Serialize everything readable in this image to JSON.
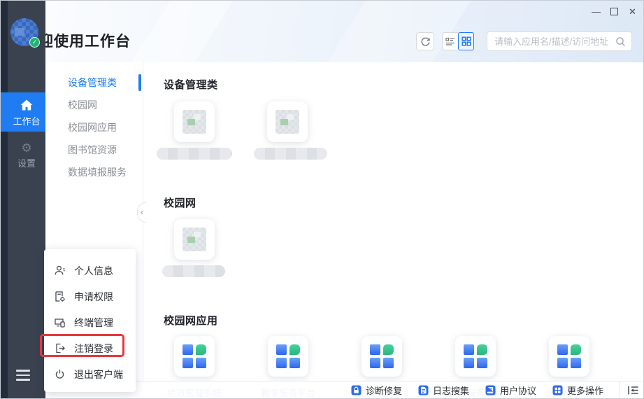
{
  "colors": {
    "accent": "#1f7cf2",
    "sidebar_bg": "#3a4250",
    "sidebar_strip": "#232c3a",
    "annotation_red": "#e5383e",
    "footer_icon_blue": "#2e6ce5",
    "app_logo_green": "#34c48b"
  },
  "window_controls": {
    "minimize": "—",
    "close": "✕"
  },
  "sidebar": {
    "workbench_label": "工作台",
    "settings_label": "设置",
    "settings_glyph": "⚙",
    "avatar_check": "✓"
  },
  "header": {
    "title": "欢迎使用工作台"
  },
  "toolbar": {
    "search_placeholder": "请输入应用名/描述/访问地址"
  },
  "category_nav": {
    "items": [
      {
        "label": "设备管理类",
        "active": true
      },
      {
        "label": "校园网",
        "active": false
      },
      {
        "label": "校园网应用",
        "active": false
      },
      {
        "label": "图书馆资源",
        "active": false
      },
      {
        "label": "数据填报服务",
        "active": false
      }
    ]
  },
  "sections": {
    "devices": {
      "title": "设备管理类",
      "blurred_app_count": 2
    },
    "campus_net": {
      "title": "校园网",
      "blurred_app_count": 1
    },
    "campus_apps": {
      "title": "校园网应用",
      "apps": [
        {
          "name": "绩效管理系统"
        },
        {
          "name": "教学服务平台"
        },
        {
          "name": "教学质量平台"
        },
        {
          "name": "教务服务平台"
        },
        {
          "name": "图书馆系统"
        }
      ]
    }
  },
  "collapse_tab_glyph": "‹",
  "footer": {
    "items": [
      {
        "label": "诊断修复",
        "icon": "repair-icon"
      },
      {
        "label": "日志搜集",
        "icon": "log-doc-icon"
      },
      {
        "label": "用户协议",
        "icon": "agreement-icon"
      },
      {
        "label": "更多操作",
        "icon": "more-grid-icon"
      }
    ]
  },
  "user_menu": {
    "items": [
      {
        "label": "个人信息",
        "icon": "user-icon",
        "highlighted": false
      },
      {
        "label": "申请权限",
        "icon": "doc-gear-icon",
        "highlighted": false
      },
      {
        "label": "终端管理",
        "icon": "devices-icon",
        "highlighted": false
      },
      {
        "label": "注销登录",
        "icon": "logout-icon",
        "highlighted": true
      },
      {
        "label": "退出客户端",
        "icon": "power-icon",
        "highlighted": false
      }
    ]
  },
  "annotation": {
    "target": "注销登录",
    "color": "#e5383e"
  }
}
